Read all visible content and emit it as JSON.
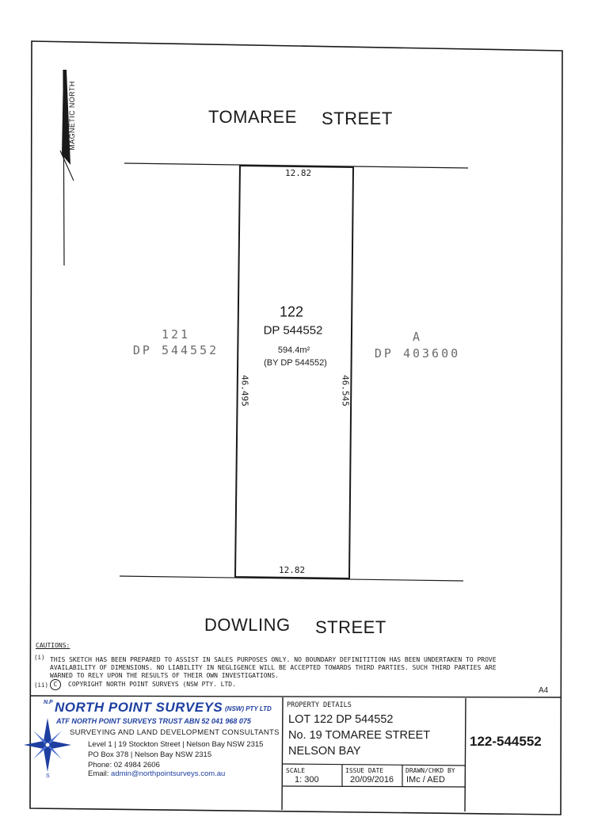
{
  "north": {
    "label": "MAGNETIC NORTH"
  },
  "streets": {
    "top_word1": "TOMAREE",
    "top_word2": "STREET",
    "bottom_word1": "DOWLING",
    "bottom_word2": "STREET"
  },
  "lot": {
    "number": "122",
    "dp": "DP 544552",
    "area": "594.4m²",
    "area_note": "(BY DP 544552)",
    "top_dim": "12.82",
    "bottom_dim": "12.82",
    "left_dim": "46.495",
    "right_dim": "46.545"
  },
  "neighbor_left": {
    "number": "121",
    "dp": "DP 544552"
  },
  "neighbor_right": {
    "number": "A",
    "dp": "DP 403600"
  },
  "cautions": {
    "heading": "CAUTIONS:",
    "item1_marker": "(i)",
    "item1_line1": "THIS SKETCH HAS BEEN PREPARED TO ASSIST IN SALES PURPOSES ONLY. NO BOUNDARY DEFINITITION HAS BEEN UNDERTAKEN TO PROVE",
    "item1_line2": "AVAILABILITY OF DIMENSIONS. NO LIABILITY IN NEGLIGENCE WILL BE ACCEPTED TOWARDS THIRD PARTIES. SUCH THIRD PARTIES ARE",
    "item1_line3": "WARNED TO RELY UPON THE RESULTS OF THEIR OWN INVESTIGATIONS.",
    "item2_marker": "(ii)",
    "copyright_symbol": "C",
    "item2_text": "COPYRIGHT NORTH POINT SURVEYS (NSW PTY. LTD."
  },
  "sheet_size": "A4",
  "company": {
    "logo_np": "N.P",
    "name": "NORTH POINT SURVEYS",
    "name_suffix": "(NSW) PTY LTD",
    "trust_line": "ATF NORTH POINT SURVEYS TRUST  ABN 52 041 968 075",
    "tagline": "SURVEYING AND LAND DEVELOPMENT CONSULTANTS",
    "address1": "Level 1 | 19 Stockton Street | Nelson Bay NSW 2315",
    "address2": "PO Box 378 | Nelson Bay NSW 2315",
    "phone": "Phone: 02 4984 2606",
    "email_label": "Email:",
    "email": "admin@northpointsurveys.com.au",
    "compass_s": "S"
  },
  "property": {
    "heading": "PROPERTY DETAILS",
    "line1": "LOT  122  DP 544552",
    "line2": "No. 19 TOMAREE STREET",
    "line3": "NELSON BAY"
  },
  "meta": {
    "scale_label": "SCALE",
    "scale_value": "1: 300",
    "issue_label": "ISSUE DATE",
    "issue_value": "20/09/2016",
    "drawn_label": "DRAWN/CHKD BY",
    "drawn_value": "IMc  /  AED"
  },
  "reference": "122-544552",
  "colors": {
    "logo_blue": "#1e3fa0",
    "ink": "#1a1a1a",
    "faded": "#6b6b6b"
  }
}
